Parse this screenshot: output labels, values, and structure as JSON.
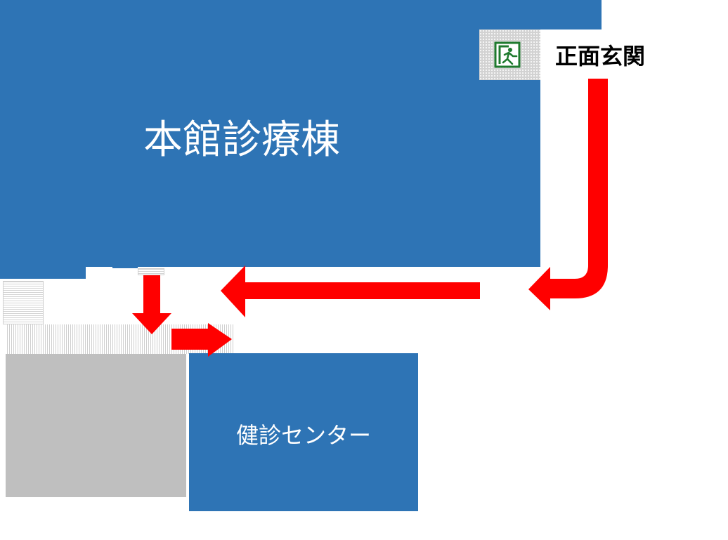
{
  "map": {
    "main_building_label": "本館診療棟",
    "checkup_center_label": "健診センター",
    "main_entrance_label": "正面玄関",
    "entrance_icon": "emergency-exit-icon",
    "route_arrow_icon": "arrow-icon",
    "colors": {
      "building": "#2e74b5",
      "annex": "#bfbfbf",
      "route_arrow": "#ff0000",
      "exit_sign": "#1f7a2e",
      "entrance_label": "#000000"
    }
  }
}
